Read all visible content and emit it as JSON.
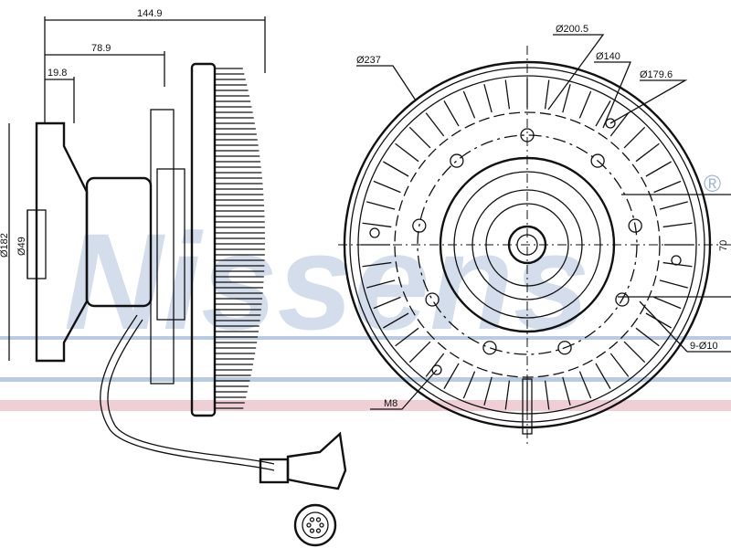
{
  "watermark": {
    "text": "Nissens",
    "registered_mark": "®"
  },
  "colors": {
    "watermark_blue": "#9fb6d3",
    "band_pink": "#e8b9c2",
    "line": "#111111"
  },
  "side_view": {
    "dimensions": {
      "overall_length": "144.9",
      "hub_length": "78.9",
      "flange_length": "19.8",
      "flange_diameter": "Ø182",
      "pilot_diameter": "Ø49"
    }
  },
  "front_view": {
    "dimensions": {
      "outer_diameter": "Ø237",
      "fin_diameter": "Ø200.5",
      "inner_diameter": "Ø140",
      "bolt_circle": "Ø179.6",
      "hole_spacing": "70",
      "holes": "9-Ø10",
      "thread": "M8"
    }
  }
}
